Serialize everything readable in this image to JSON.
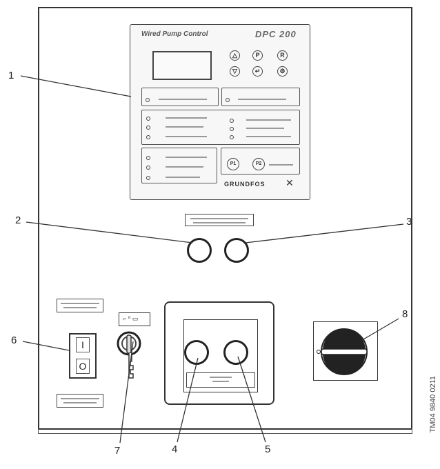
{
  "controller": {
    "title": "Wired Pump Control",
    "model": "DPC 200",
    "brand": "GRUNDFOS",
    "brand_symbol": "✕",
    "keypad": [
      {
        "icon": "up-arrow-icon",
        "glyph": "△"
      },
      {
        "icon": "p-key-icon",
        "glyph": "P"
      },
      {
        "icon": "r-key-icon",
        "glyph": "R"
      },
      {
        "icon": "down-arrow-icon",
        "glyph": "▽"
      },
      {
        "icon": "enter-key-icon",
        "glyph": "↵"
      },
      {
        "icon": "settings-key-icon",
        "glyph": "⚙"
      }
    ],
    "pump_buttons": [
      "P1",
      "P2"
    ]
  },
  "callouts": [
    "1",
    "2",
    "3",
    "4",
    "5",
    "6",
    "7",
    "8"
  ],
  "rocker_switch": {
    "on": "I",
    "off": "O"
  },
  "watermark": "TM04 9840 0211",
  "colors": {
    "line": "#333333",
    "panel_bg": "#ffffff"
  }
}
